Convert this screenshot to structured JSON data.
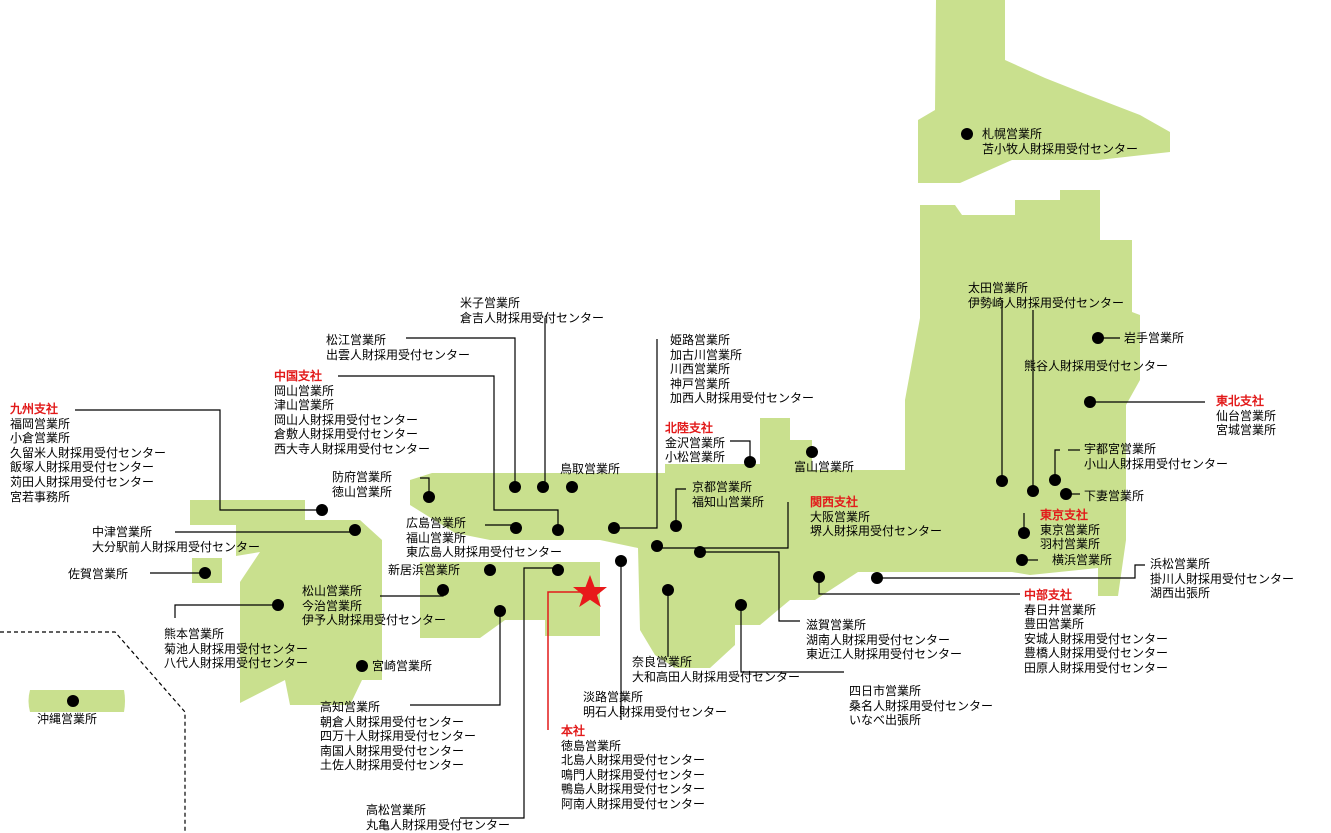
{
  "colors": {
    "land": "#c9e08e",
    "branch": "#e21a1a",
    "marker": "#000000",
    "head_office_star": "#e8191a"
  },
  "icons": {
    "office": "black-dot-icon",
    "head_office": "red-star-icon"
  },
  "groups": {
    "sapporo": {
      "lines": [
        "札幌営業所",
        "苫小牧人財採用受付センター"
      ]
    },
    "ota": {
      "lines": [
        "太田営業所",
        "伊勢崎人財採用受付センター"
      ]
    },
    "iwate": {
      "lines": [
        "岩手営業所"
      ]
    },
    "kumagaya": {
      "lines": [
        "熊谷人財採用受付センター"
      ]
    },
    "tohoku": {
      "branch": "東北支社",
      "lines": [
        "仙台営業所",
        "宮城営業所"
      ]
    },
    "utsunomiya": {
      "lines": [
        "宇都宮営業所",
        "小山人財採用受付センター"
      ]
    },
    "shimotsuma": {
      "lines": [
        "下妻営業所"
      ]
    },
    "tokyo": {
      "branch": "東京支社",
      "lines": [
        "東京営業所",
        "羽村営業所"
      ]
    },
    "yokohama": {
      "lines": [
        "横浜営業所"
      ]
    },
    "hamamatsu": {
      "lines": [
        "浜松営業所",
        "掛川人財採用受付センター",
        "湖西出張所"
      ]
    },
    "chubu": {
      "branch": "中部支社",
      "lines": [
        "春日井営業所",
        "豊田営業所",
        "安城人財採用受付センター",
        "豊橋人財採用受付センター",
        "田原人財採用受付センター"
      ]
    },
    "yonago": {
      "lines": [
        "米子営業所",
        "倉吉人財採用受付センター"
      ]
    },
    "matsue": {
      "lines": [
        "松江営業所",
        "出雲人財採用受付センター"
      ]
    },
    "himeji": {
      "lines": [
        "姫路営業所",
        "加古川営業所",
        "川西営業所",
        "神戸営業所",
        "加西人財採用受付センター"
      ]
    },
    "chugoku": {
      "branch": "中国支社",
      "lines": [
        "岡山営業所",
        "津山営業所",
        "岡山人財採用受付センター",
        "倉敷人財採用受付センター",
        "西大寺人財採用受付センター"
      ]
    },
    "hokuriku": {
      "branch": "北陸支社",
      "lines": [
        "金沢営業所",
        "小松営業所"
      ]
    },
    "toyama": {
      "lines": [
        "富山営業所"
      ]
    },
    "tottori": {
      "lines": [
        "鳥取営業所"
      ]
    },
    "kyoto": {
      "lines": [
        "京都営業所",
        "福知山営業所"
      ]
    },
    "kansai": {
      "branch": "関西支社",
      "lines": [
        "大阪営業所",
        "堺人財採用受付センター"
      ]
    },
    "hofu": {
      "lines": [
        "防府営業所",
        "徳山営業所"
      ]
    },
    "kyushu": {
      "branch": "九州支社",
      "lines": [
        "福岡営業所",
        "小倉営業所",
        "久留米人財採用受付センター",
        "飯塚人財採用受付センター",
        "苅田人財採用受付センター",
        "宮若事務所"
      ]
    },
    "hiroshima": {
      "lines": [
        "広島営業所",
        "福山営業所",
        "東広島人財採用受付センター"
      ]
    },
    "nakatsu": {
      "lines": [
        "中津営業所",
        "大分駅前人財採用受付センター"
      ]
    },
    "saga": {
      "lines": [
        "佐賀営業所"
      ]
    },
    "niihama": {
      "lines": [
        "新居浜営業所"
      ]
    },
    "matsuyama": {
      "lines": [
        "松山営業所",
        "今治営業所",
        "伊予人財採用受付センター"
      ]
    },
    "kumamoto": {
      "lines": [
        "熊本営業所",
        "菊池人財採用受付センター",
        "八代人財採用受付センター"
      ]
    },
    "miyazaki": {
      "lines": [
        "宮崎営業所"
      ]
    },
    "okinawa": {
      "lines": [
        "沖縄営業所"
      ]
    },
    "kochi": {
      "lines": [
        "高知営業所",
        "朝倉人財採用受付センター",
        "四万十人財採用受付センター",
        "南国人財採用受付センター",
        "土佐人財採用受付センター"
      ]
    },
    "takamatsu": {
      "lines": [
        "高松営業所",
        "丸亀人財採用受付センター"
      ]
    },
    "honsha": {
      "branch": "本社",
      "lines": [
        "徳島営業所",
        "北島人財採用受付センター",
        "鳴門人財採用受付センター",
        "鴨島人財採用受付センター",
        "阿南人財採用受付センター"
      ]
    },
    "awaji": {
      "lines": [
        "淡路営業所",
        "明石人財採用受付センター"
      ]
    },
    "nara": {
      "lines": [
        "奈良営業所",
        "大和高田人財採用受付センター"
      ]
    },
    "shiga": {
      "lines": [
        "滋賀営業所",
        "湖南人財採用受付センター",
        "東近江人財採用受付センター"
      ]
    },
    "yokkaichi": {
      "lines": [
        "四日市営業所",
        "桑名人財採用受付センター",
        "いなべ出張所"
      ]
    }
  }
}
